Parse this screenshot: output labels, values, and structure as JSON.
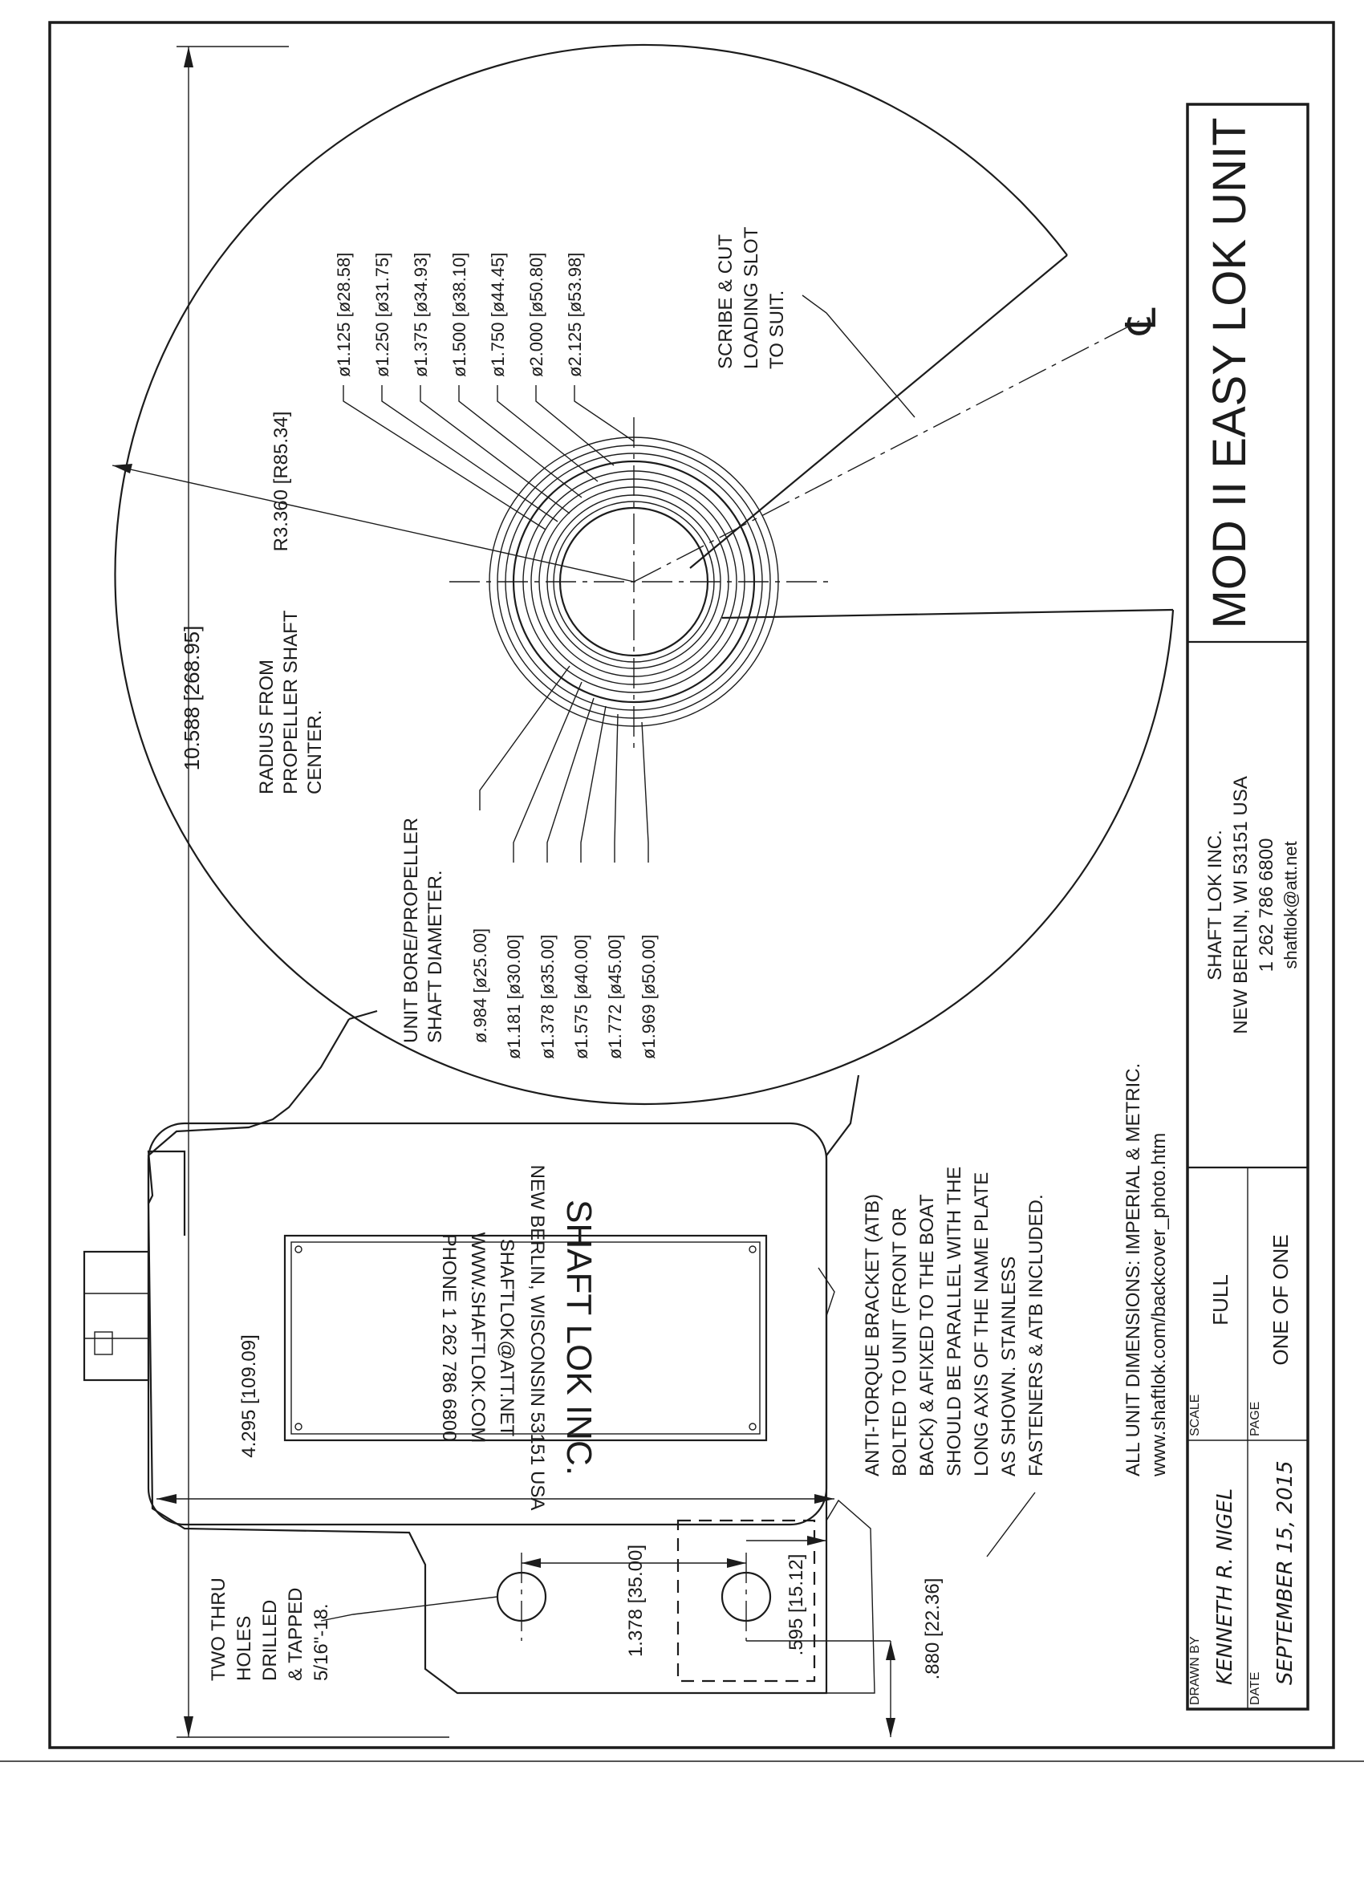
{
  "drawing": {
    "overall_dim": "10.588 [268.95]",
    "radius_dim": "R3.360 [R85.34]",
    "radius_note": [
      "RADIUS FROM",
      "PROPELLER SHAFT",
      "CENTER."
    ],
    "outer_diameters": [
      "ø1.125 [ø28.58]",
      "ø1.250 [ø31.75]",
      "ø1.375 [ø34.93]",
      "ø1.500 [ø38.10]",
      "ø1.750 [ø44.45]",
      "ø2.000 [ø50.80]",
      "ø2.125 [ø53.98]"
    ],
    "bore_title": [
      "UNIT BORE/PROPELLER",
      "SHAFT DIAMETER."
    ],
    "bore_diameters": [
      "ø.984 [ø25.00]",
      "ø1.181 [ø30.00]",
      "ø1.378 [ø35.00]",
      "ø1.575 [ø40.00]",
      "ø1.772 [ø45.00]",
      "ø1.969 [ø50.00]"
    ],
    "slot_note": [
      "SCRIBE & CUT",
      "LOADING SLOT",
      "TO SUIT."
    ],
    "centerline_symbol": "℄",
    "body_dim": "4.295 [109.09]",
    "hole_spacing_dim": "1.378 [35.00]",
    "hole_offset_dim": ".595 [15.12]",
    "edge_dim": ".880 [22.36]",
    "holes_note": [
      "TWO THRU",
      "HOLES",
      "DRILLED",
      "& TAPPED"
    ],
    "thread_spec": {
      "fraction": "5/16",
      "rest": "\"-18."
    },
    "atb_note": [
      "ANTI-TORQUE BRACKET (ATB)",
      "BOLTED TO UNIT (FRONT OR",
      "BACK) & AFIXED TO THE BOAT",
      "SHOULD BE PARALLEL WITH THE",
      "LONG AXIS OF THE NAME PLATE",
      "AS SHOWN.  STAINLESS",
      "FASTENERS & ATB INCLUDED."
    ],
    "dims_note": "ALL UNIT DIMENSIONS: IMPERIAL & METRIC.",
    "url_note": "www.shaftlok.com/backcover_photo.htm"
  },
  "nameplate": {
    "company": "SHAFT LOK INC.",
    "address": "NEW BERLIN, WISCONSIN 53151 USA",
    "email": "SHAFTLOK@ATT.NET",
    "web": "WWW.SHAFTLOK.COM",
    "phone": "PHONE 1 262 786 6800"
  },
  "title_block": {
    "title": "MOD II EASY LOK UNIT",
    "company": "SHAFT LOK INC.",
    "address": "NEW BERLIN, WI 53151 USA",
    "phone": "1 262 786 6800",
    "email": "shaftlok@att.net",
    "drawn_by_label": "DRAWN BY",
    "drawn_by": "KENNETH R. NIGEL",
    "date_label": "DATE",
    "date": "SEPTEMBER 15, 2015",
    "scale_label": "SCALE",
    "scale": "FULL",
    "page_label": "PAGE",
    "page": "ONE OF ONE"
  }
}
